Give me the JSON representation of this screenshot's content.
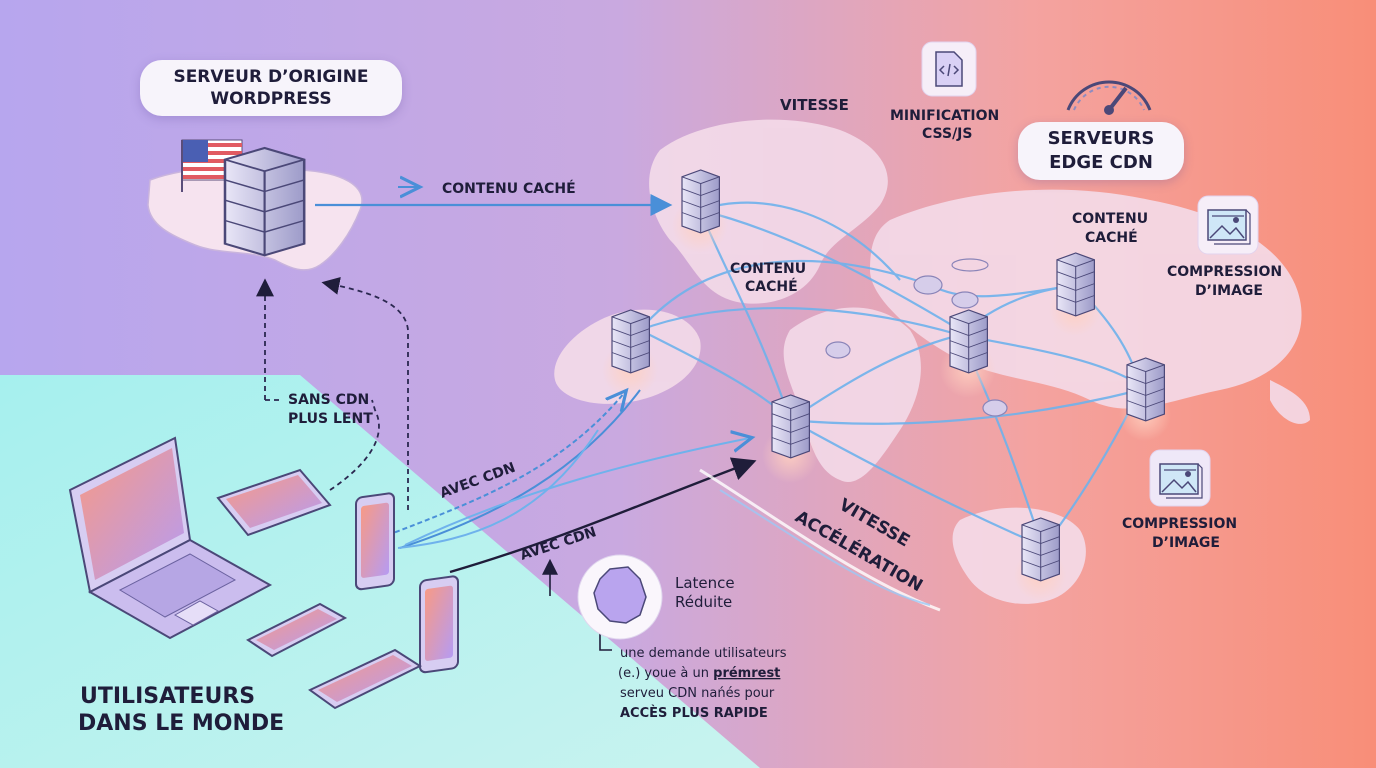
{
  "origin": {
    "title_line1": "SERVEUR D’ORIGINE",
    "title_line2": "WORDPRESS"
  },
  "cdn": {
    "title_line1": "SERVEURS",
    "title_line2": "EDGE CDN"
  },
  "labels": {
    "contenu_cache_top": "CONTENU CACHÉ",
    "contenu_cache_mid_1": "CONTENU",
    "contenu_cache_mid_2": "CACHÉ",
    "contenu_cache_right_1": "CONTENU",
    "contenu_cache_right_2": "CACHÉ",
    "vitesse_top": "VITESSE",
    "minification_1": "MINIFICATION",
    "minification_2": "CSS/JS",
    "compression_1_a": "COMPRESSION",
    "compression_1_b": "D’IMAGE",
    "compression_2_a": "COMPRESSION",
    "compression_2_b": "D’IMAGE",
    "sans_cdn_1": "SANS CDN",
    "sans_cdn_2": "PLUS LENT",
    "avec_cdn_1": "AVEC CDN",
    "avec_cdn_2": "AVEC CDN",
    "vitesse_acc_1": "VITESSE",
    "vitesse_acc_2": "ACCÉLÉRATION",
    "users_1": "UTILISATEURS",
    "users_2": "DANS LE MONDE",
    "latence_1": "Latence",
    "latence_2": "Réduite",
    "note_1": "une demande utilisateurs",
    "note_2a": "(e.) youe à un ",
    "note_2b": "prémrest",
    "note_3": "serveu CDN nańés pour",
    "note_4": "ACCÈS PLUS RAPIDE"
  },
  "icons": {
    "flag": "usa-flag-icon",
    "server": "server-rack-icon",
    "code_file": "code-file-icon",
    "speedometer": "speedometer-icon",
    "image": "image-icon",
    "france": "france-map-icon"
  },
  "colors": {
    "bg_left": "#b9a8ec",
    "bg_right": "#f7917a",
    "bg_bottom": "#a9f1ee",
    "accent_line": "#5aa4e8",
    "text": "#1f1d3a",
    "device_screen_a": "#f79a86",
    "device_screen_b": "#b69bf2"
  }
}
